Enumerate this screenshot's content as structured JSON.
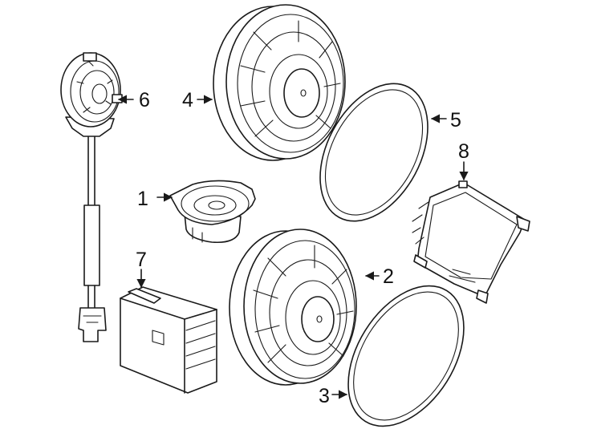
{
  "diagram": {
    "colors": {
      "line": "#1a1a1a",
      "background": "#ffffff"
    },
    "callouts": [
      {
        "id": "1",
        "label": "1"
      },
      {
        "id": "2",
        "label": "2"
      },
      {
        "id": "3",
        "label": "3"
      },
      {
        "id": "4",
        "label": "4"
      },
      {
        "id": "5",
        "label": "5"
      },
      {
        "id": "6",
        "label": "6"
      },
      {
        "id": "7",
        "label": "7"
      },
      {
        "id": "8",
        "label": "8"
      }
    ]
  }
}
